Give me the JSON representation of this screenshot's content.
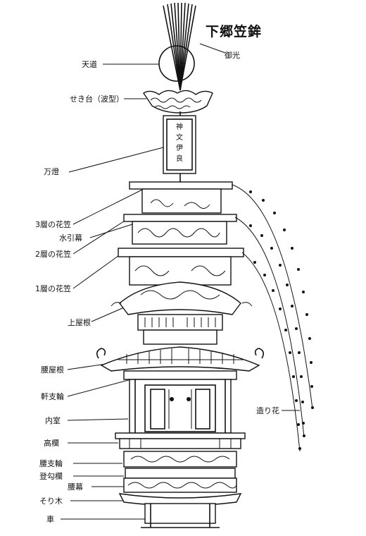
{
  "title": "下郷笠鉾",
  "parts": [
    {
      "id": "goko",
      "label": "御光"
    },
    {
      "id": "tendo",
      "label": "天道"
    },
    {
      "id": "sekidai",
      "label": "せき台（波型）"
    },
    {
      "id": "mando",
      "label": "万燈"
    },
    {
      "id": "hanagasa3",
      "label": "3層の花笠"
    },
    {
      "id": "mizuhikimaku",
      "label": "水引幕"
    },
    {
      "id": "hanagasa2",
      "label": "2層の花笠"
    },
    {
      "id": "hanagasa1",
      "label": "1層の花笠"
    },
    {
      "id": "uwayane",
      "label": "上屋根"
    },
    {
      "id": "koshiyane",
      "label": "腰屋根"
    },
    {
      "id": "nokishiwa",
      "label": "軒支輪"
    },
    {
      "id": "naishitsu",
      "label": "内室"
    },
    {
      "id": "takaran",
      "label": "高欄"
    },
    {
      "id": "koshishiwa",
      "label": "腰支輪"
    },
    {
      "id": "noborikoran",
      "label": "登勾欄"
    },
    {
      "id": "koshimaku",
      "label": "腰幕"
    },
    {
      "id": "sorigi",
      "label": "そり木"
    },
    {
      "id": "kuruma",
      "label": "車"
    },
    {
      "id": "tsukuribana",
      "label": "造り花"
    }
  ],
  "lantern_text": "神文伊良"
}
